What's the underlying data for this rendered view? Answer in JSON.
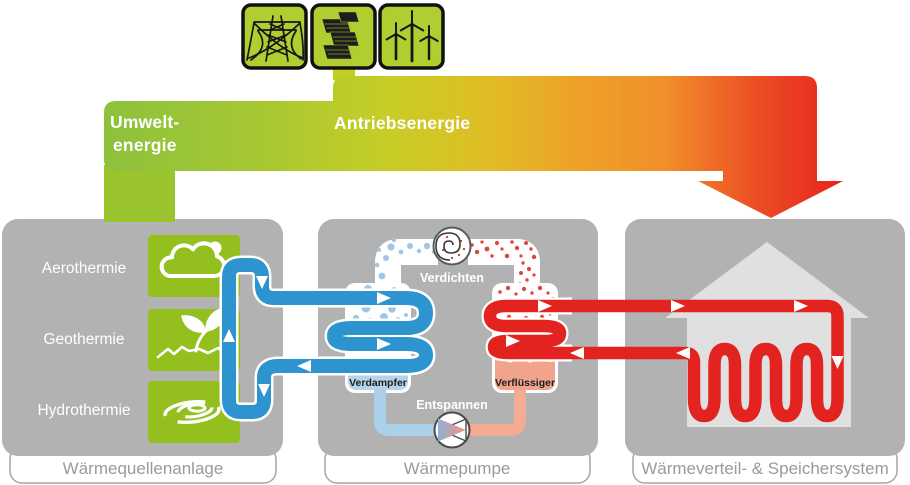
{
  "energy_sources": {
    "icons": [
      "power-grid-icon",
      "solar-panel-icon",
      "wind-turbine-icon"
    ]
  },
  "flows": {
    "environment_energy_line1": "Umwelt-",
    "environment_energy_line2": "energie",
    "drive_energy": "Antriebsenergie"
  },
  "source_panel": {
    "title": "Wärmequellenanlage",
    "items": [
      "Aerothermie",
      "Geothermie",
      "Hydrothermie"
    ]
  },
  "pump_panel": {
    "title": "Wärmepumpe",
    "compress": "Verdichten",
    "evaporator": "Verdampfer",
    "condenser": "Verflüssiger",
    "expand": "Entspannen"
  },
  "distribution_panel": {
    "title": "Wärmeverteil- & Speichersystem"
  },
  "colors": {
    "band_green": "#8dc13d",
    "band_yellow": "#c6cd27",
    "band_orange": "#f18f2a",
    "band_red": "#e7231e",
    "pipe_blue": "#2e94d0",
    "pipe_red": "#e2231f",
    "panel_gray": "#b2b2b2",
    "box_green": "#93c01f",
    "house_gray": "#e0e0e0"
  }
}
